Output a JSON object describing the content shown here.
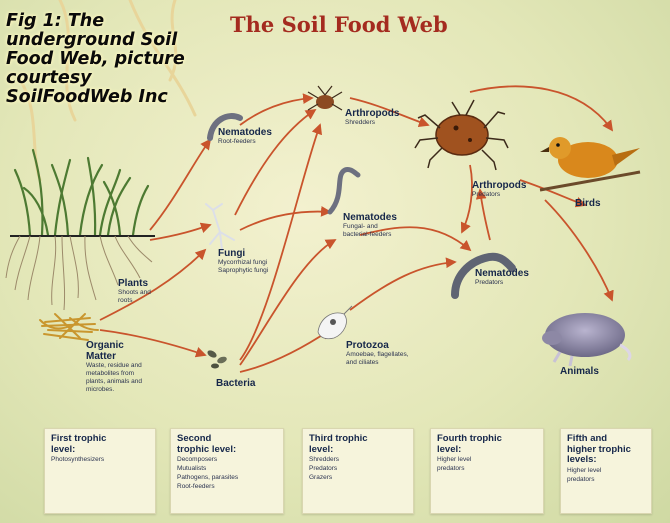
{
  "caption": [
    "Fig 1: The",
    "underground Soil",
    "Food Web, picture",
    "courtesy",
    "SoilFoodWeb Inc"
  ],
  "title": "The Soil Food Web",
  "organisms": {
    "plants": {
      "name": "Plants",
      "sub": [
        "Shoots and",
        "roots"
      ]
    },
    "organic_matter": {
      "name": [
        "Organic",
        "Matter"
      ],
      "sub": [
        "Waste, residue and",
        "metabolites from",
        "plants, animals and",
        "microbes."
      ]
    },
    "nematodes_root": {
      "name": "Nematodes",
      "sub": [
        "Root-feeders"
      ]
    },
    "fungi": {
      "name": "Fungi",
      "sub": [
        "Mycorrhizal fungi",
        "Saprophytic fungi"
      ]
    },
    "bacteria": {
      "name": "Bacteria"
    },
    "arthropods_shredders": {
      "name": "Arthropods",
      "sub": [
        "Shredders"
      ]
    },
    "nematodes_fungal": {
      "name": "Nematodes",
      "sub": [
        "Fungal- and",
        "bacterial-feeders"
      ]
    },
    "protozoa": {
      "name": "Protozoa",
      "sub": [
        "Amoebae, flagellates,",
        "and ciliates"
      ]
    },
    "arthropods_predators": {
      "name": "Arthropods",
      "sub": [
        "Predators"
      ]
    },
    "nematodes_predators": {
      "name": "Nematodes",
      "sub": [
        "Predators"
      ]
    },
    "birds": {
      "name": "Birds"
    },
    "animals": {
      "name": "Animals"
    }
  },
  "trophic_levels": [
    {
      "title": [
        "First trophic",
        "level:"
      ],
      "items": [
        "Photosynthesizers"
      ]
    },
    {
      "title": [
        "Second",
        "trophic level:"
      ],
      "items": [
        "Decomposers",
        "Mutualists",
        "Pathogens, parasites",
        "Root-feeders"
      ]
    },
    {
      "title": [
        "Third trophic",
        "level:"
      ],
      "items": [
        "Shredders",
        "Predators",
        "Grazers"
      ]
    },
    {
      "title": [
        "Fourth trophic",
        "level:"
      ],
      "items": [
        "Higher level",
        "predators"
      ]
    },
    {
      "title": [
        "Fifth and",
        "higher trophic",
        "levels:"
      ],
      "items": [
        "Higher level",
        "predators"
      ]
    }
  ],
  "colors": {
    "arrow": "#c9542c",
    "title": "#a42b1f",
    "label": "#16274a"
  }
}
